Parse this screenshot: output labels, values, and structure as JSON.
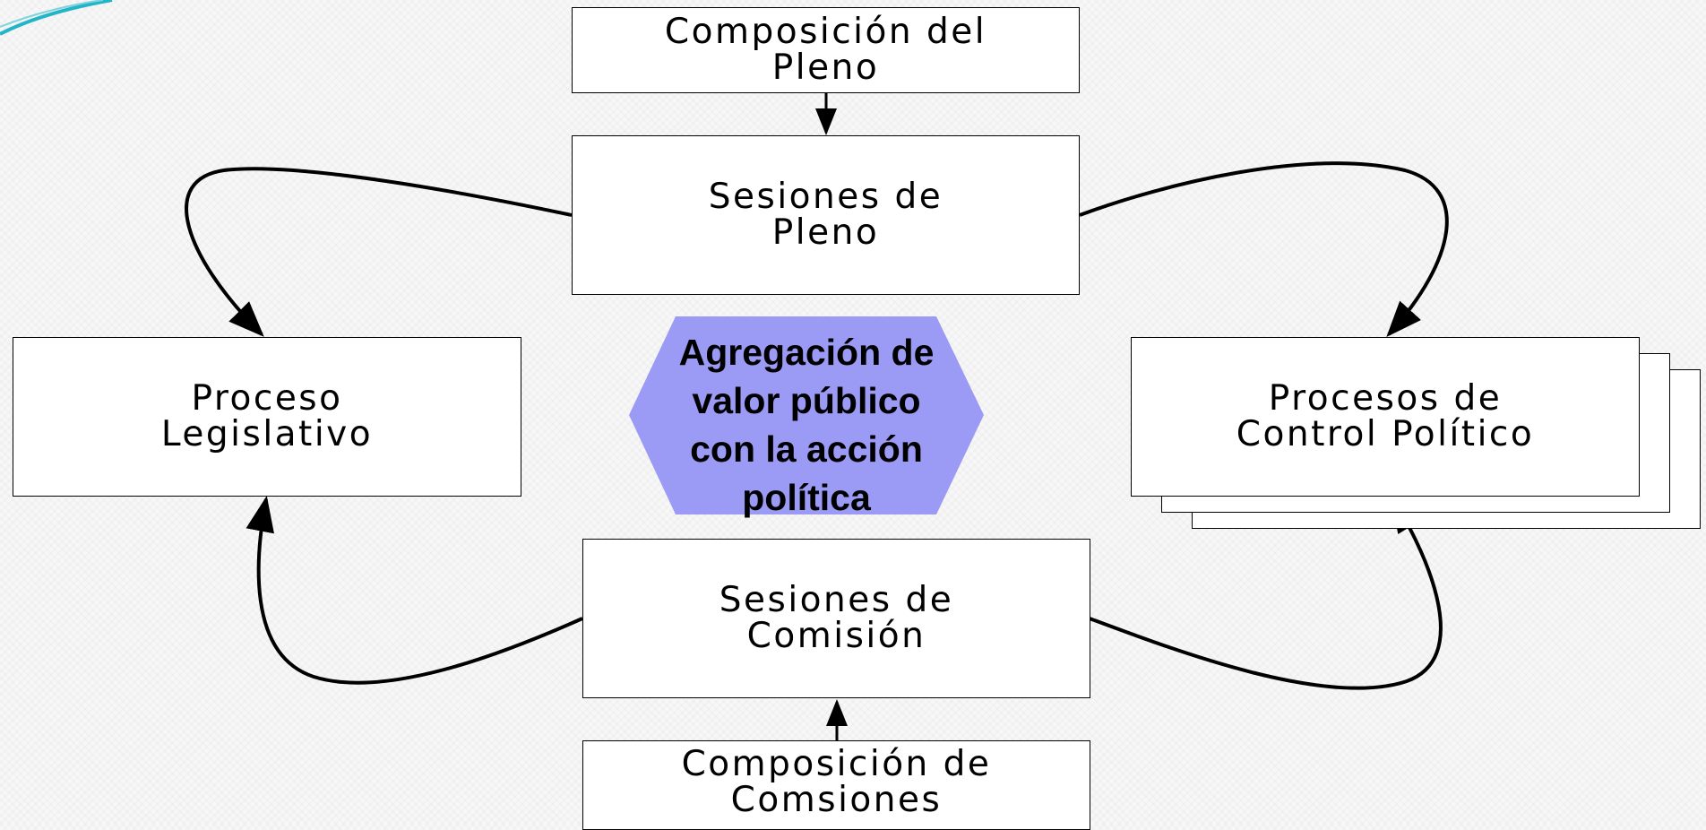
{
  "colors": {
    "hexagon_fill": "#9b9bf6",
    "background": "#f7f7f7",
    "corner_swoosh": "#22b5c8",
    "stroke": "#000000"
  },
  "nodes": {
    "composicion_pleno": "Composición del\nPleno",
    "sesiones_pleno": "Sesiones de\nPleno",
    "proceso_legislativo": "Proceso\nLegislativo",
    "procesos_control": "Procesos de\nControl Político",
    "sesiones_comision": "Sesiones de\nComisión",
    "composicion_comisiones": "Composición de\nComsiones",
    "center_hexagon": "Agregación de\nvalor público\ncon la acción\npolítica"
  },
  "edges": [
    {
      "from": "composicion_pleno",
      "to": "sesiones_pleno"
    },
    {
      "from": "sesiones_pleno",
      "to": "proceso_legislativo"
    },
    {
      "from": "sesiones_pleno",
      "to": "procesos_control"
    },
    {
      "from": "sesiones_comision",
      "to": "proceso_legislativo"
    },
    {
      "from": "sesiones_comision",
      "to": "procesos_control"
    },
    {
      "from": "composicion_comisiones",
      "to": "sesiones_comision"
    }
  ]
}
